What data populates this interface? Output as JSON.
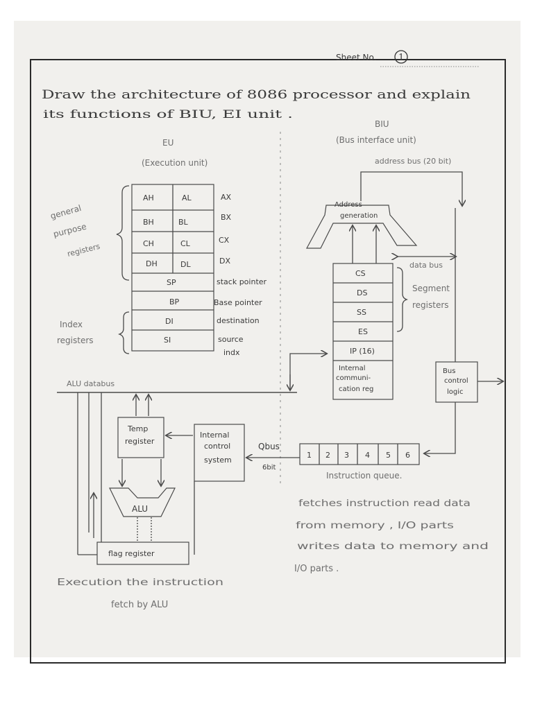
{
  "header": {
    "sheet_label": "Sheet No.",
    "sheet_number": "1"
  },
  "question": {
    "line1": "Draw the architecture of 8086 processor and explain",
    "line2": "its functions of BIU, EI unit ."
  },
  "eu": {
    "title": "EU",
    "subtitle": "(Execution unit)"
  },
  "biu": {
    "title": "BIU",
    "subtitle": "(Bus interface unit)",
    "address_bus": "address bus (20 bit)"
  },
  "general_registers": {
    "group_label": [
      "general",
      "purpose",
      "registers"
    ],
    "rows": [
      {
        "high": "AH",
        "low": "AL",
        "name": "AX"
      },
      {
        "high": "BH",
        "low": "BL",
        "name": "BX"
      },
      {
        "high": "CH",
        "low": "CL",
        "name": "CX"
      },
      {
        "high": "DH",
        "low": "DL",
        "name": "DX"
      }
    ]
  },
  "pointer_registers": [
    {
      "reg": "SP",
      "name": "stack pointer"
    },
    {
      "reg": "BP",
      "name": "Base pointer"
    }
  ],
  "index_registers": {
    "group_label": [
      "Index",
      "registers"
    ],
    "rows": [
      {
        "reg": "DI",
        "name": "destination"
      },
      {
        "reg": "SI",
        "name": "source"
      }
    ],
    "extra": "indx"
  },
  "address_gen": [
    "Address",
    "generation"
  ],
  "segment_registers": {
    "rows": [
      "CS",
      "DS",
      "SS",
      "ES",
      "IP (16)"
    ],
    "group_label": [
      "Segment",
      "registers"
    ],
    "data_bus": "data bus",
    "internal_comm": [
      "Internal",
      "communi-",
      "cation reg"
    ]
  },
  "bus_control": [
    "Bus",
    "control",
    "logic"
  ],
  "alu_databus": "ALU databus",
  "temp_register": [
    "Temp",
    "register"
  ],
  "internal_control": [
    "Internal",
    "control",
    "system"
  ],
  "qbus": [
    "Qbus",
    "6bit"
  ],
  "instruction_queue": {
    "cells": [
      "1",
      "2",
      "3",
      "4",
      "5",
      "6"
    ],
    "label": "Instruction queue."
  },
  "alu": "ALU",
  "flag_register": "flag register",
  "notes": {
    "biu_note": [
      "fetches instruction read data",
      "from memory , I/O parts",
      "writes data to memory and",
      "I/O parts ."
    ],
    "eu_note": [
      "Execution the instruction",
      "fetch by ALU"
    ]
  }
}
